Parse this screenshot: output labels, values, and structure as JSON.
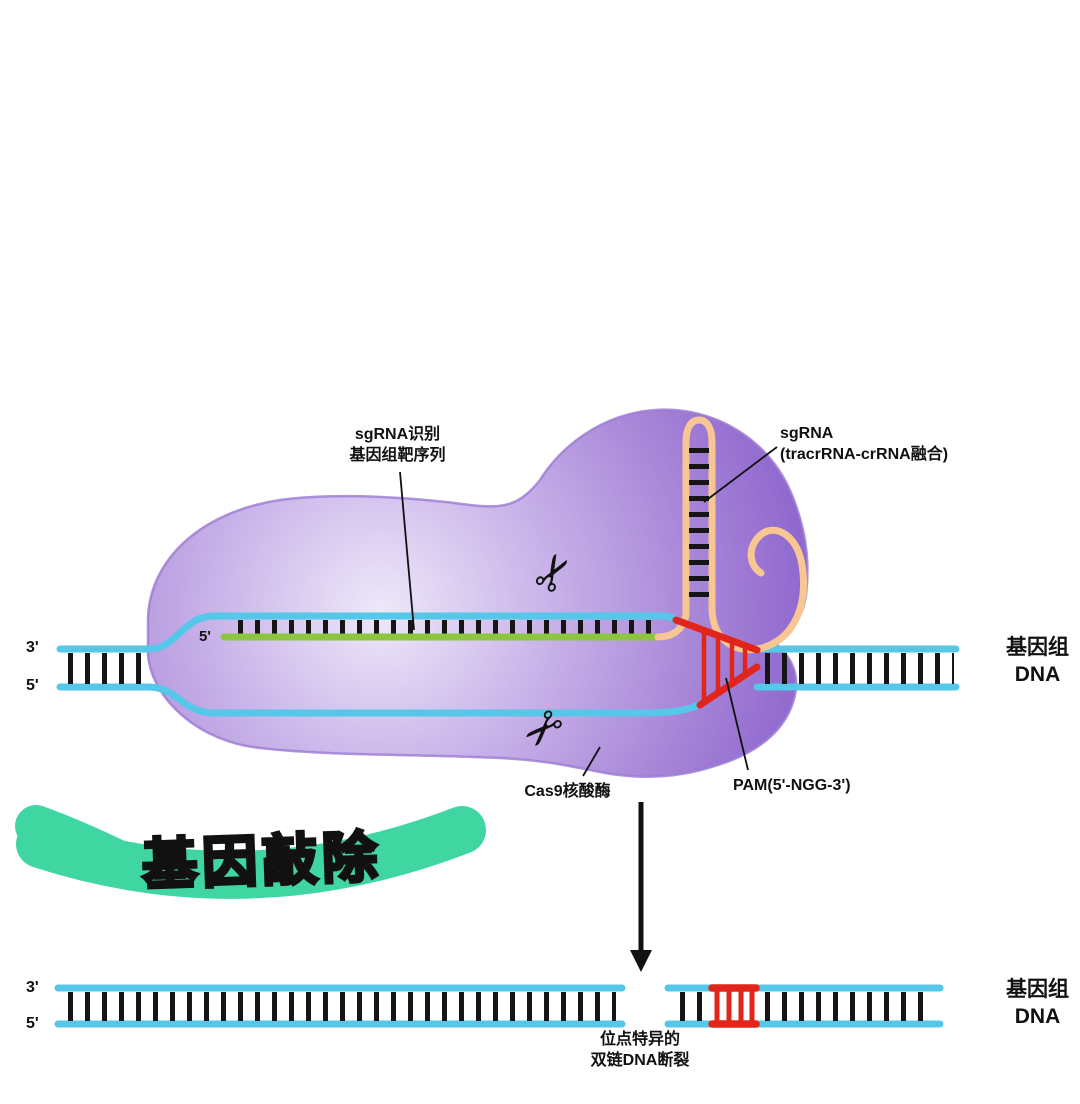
{
  "labels": {
    "sgrna_target": {
      "line1": "sgRNA识别",
      "line2": "基因组靶序列"
    },
    "sgrna_fusion": {
      "line1": "sgRNA",
      "line2": "(tracrRNA-crRNA融合)"
    },
    "genome_top": {
      "line1": "基因组",
      "line2": "DNA"
    },
    "genome_bottom": {
      "line1": "基因组",
      "line2": "DNA"
    },
    "cas9": "Cas9核酸酶",
    "pam": "PAM(5'-NGG-3')",
    "knockout": "基因敲除",
    "break_site": {
      "line1": "位点特异的",
      "line2": "双链DNA断裂"
    },
    "primes": {
      "top_left_3": "3'",
      "top_left_5": "5'",
      "inner_5": "5'",
      "bottom_left_3": "3'",
      "bottom_left_5": "5'"
    }
  },
  "icons": {
    "scissors": "✂"
  },
  "colors": {
    "dna": "#55c7e9",
    "rung": "#151515",
    "guide": "#8cc63e",
    "tracr": "#f7c693",
    "pam": "#e1251b",
    "protein_light": "#eee8f9",
    "protein_mid": "#c9b3e9",
    "protein_mid2": "#a886d8",
    "protein_dark": "#8d65cd",
    "protein_edge": "#9b7ad2",
    "swoosh": "#40d6a1",
    "knockout_fill": "#ffffff",
    "knockout_stroke": "#111111"
  }
}
